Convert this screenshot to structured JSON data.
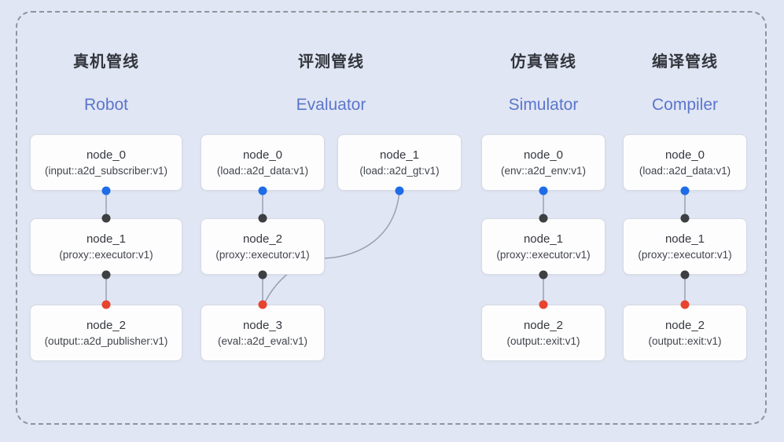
{
  "diagram": {
    "background_color": "#e1e6f4",
    "frame_border_color": "#8f939b",
    "node_fill_color": "#fdfdfe",
    "node_border_color": "#d6dae3"
  },
  "colors": {
    "source_dot": "#1f6ce8",
    "proxy_dot": "#3d3f42",
    "sink_dot": "#e8432f",
    "connector": "#98a1b3",
    "en_title": "#5b76cb",
    "zh_title": "#32353b"
  },
  "pipelines": [
    {
      "zh": "真机管线",
      "en": "Robot",
      "nodes": [
        {
          "label": "node_0",
          "sublabel": "(input::a2d_subscriber:v1)"
        },
        {
          "label": "node_1",
          "sublabel": "(proxy::executor:v1)"
        },
        {
          "label": "node_2",
          "sublabel": "(output::a2d_publisher:v1)"
        }
      ]
    },
    {
      "zh": "评测管线",
      "en": "Evaluator",
      "nodes": [
        {
          "label": "node_0",
          "sublabel": "(load::a2d_data:v1)"
        },
        {
          "label": "node_1",
          "sublabel": "(load::a2d_gt:v1)"
        },
        {
          "label": "node_2",
          "sublabel": "(proxy::executor:v1)"
        },
        {
          "label": "node_3",
          "sublabel": "(eval::a2d_eval:v1)"
        }
      ]
    },
    {
      "zh": "仿真管线",
      "en": "Simulator",
      "nodes": [
        {
          "label": "node_0",
          "sublabel": "(env::a2d_env:v1)"
        },
        {
          "label": "node_1",
          "sublabel": "(proxy::executor:v1)"
        },
        {
          "label": "node_2",
          "sublabel": "(output::exit:v1)"
        }
      ]
    },
    {
      "zh": "编译管线",
      "en": "Compiler",
      "nodes": [
        {
          "label": "node_0",
          "sublabel": "(load::a2d_data:v1)"
        },
        {
          "label": "node_1",
          "sublabel": "(proxy::executor:v1)"
        },
        {
          "label": "node_2",
          "sublabel": "(output::exit:v1)"
        }
      ]
    }
  ]
}
